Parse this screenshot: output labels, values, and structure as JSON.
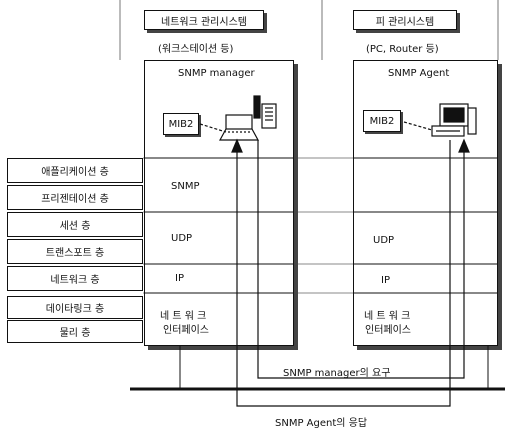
{
  "manager_system": {
    "title": "네트워크 관리시스템",
    "subtitle": "(워크스테이션 등)",
    "box_label": "SNMP manager",
    "mib_label": "MIB2",
    "stack": {
      "snmp": "SNMP",
      "udp": "UDP",
      "ip": "IP",
      "netif_line1": "네 트 워 크",
      "netif_line2": "인터페이스"
    }
  },
  "agent_system": {
    "title": "피 관리시스템",
    "subtitle": "(PC, Router 등)",
    "box_label": "SNMP Agent",
    "mib_label": "MIB2",
    "stack": {
      "udp": "UDP",
      "ip": "IP",
      "netif_line1": "네 트 워 크",
      "netif_line2": "인터페이스"
    }
  },
  "osi_layers": [
    "애플리케이션 층",
    "프리젠테이션 층",
    "세션 층",
    "트랜스포트 층",
    "네트워크 층",
    "데이타링크 층",
    "물리 층"
  ],
  "messages": {
    "request": "SNMP manager의 요구",
    "response": "SNMP Agent의 응답"
  }
}
